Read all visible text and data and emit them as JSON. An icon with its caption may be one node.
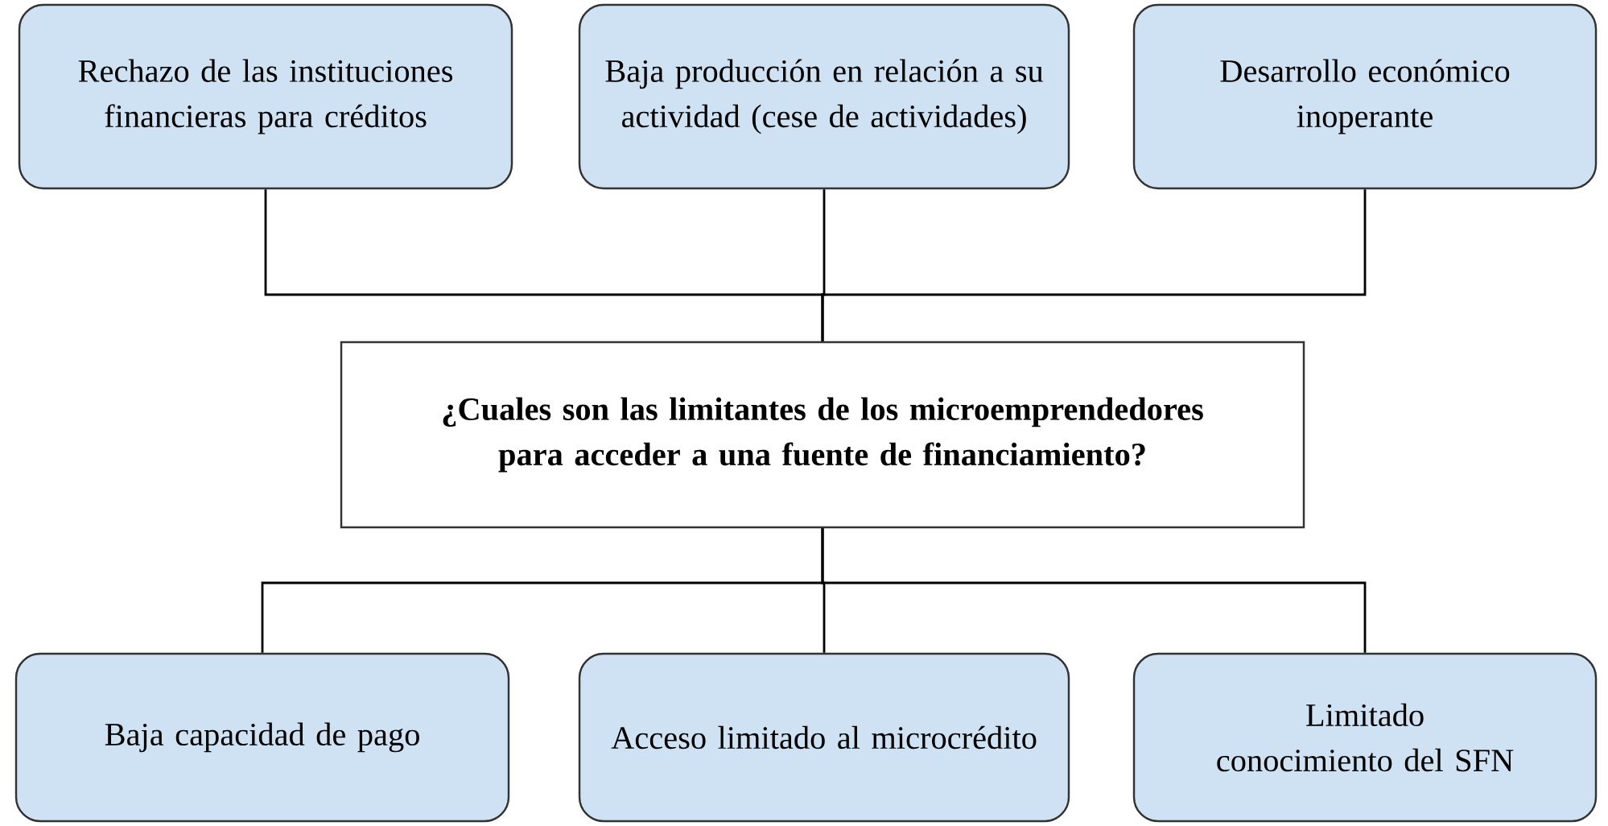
{
  "diagram": {
    "nodes": [
      {
        "text": [
          "Rechazo de las instituciones financieras para créditos"
        ]
      },
      {
        "text": [
          "Baja producción en relación a su actividad (cese de actividades)"
        ]
      },
      {
        "text": [
          "Desarrollo económico inoperante"
        ]
      },
      {
        "text": [
          "¿Cuales son las limitantes de los microemprendedores para acceder a una fuente de financiamiento?"
        ]
      },
      {
        "text": [
          "Baja capacidad de pago"
        ]
      },
      {
        "text": [
          "Acceso limitado al microcrédito"
        ]
      },
      {
        "text": [
          "Limitado conocimiento del SFN"
        ]
      }
    ],
    "edges": [
      {
        "from": 0,
        "to": 3,
        "arrow": "none"
      },
      {
        "from": 1,
        "to": 3,
        "arrow": "none"
      },
      {
        "from": 2,
        "to": 3,
        "arrow": "none"
      },
      {
        "from": 3,
        "to": 4,
        "arrow": "none"
      },
      {
        "from": 3,
        "to": 5,
        "arrow": "none"
      },
      {
        "from": 3,
        "to": 6,
        "arrow": "none"
      }
    ]
  }
}
